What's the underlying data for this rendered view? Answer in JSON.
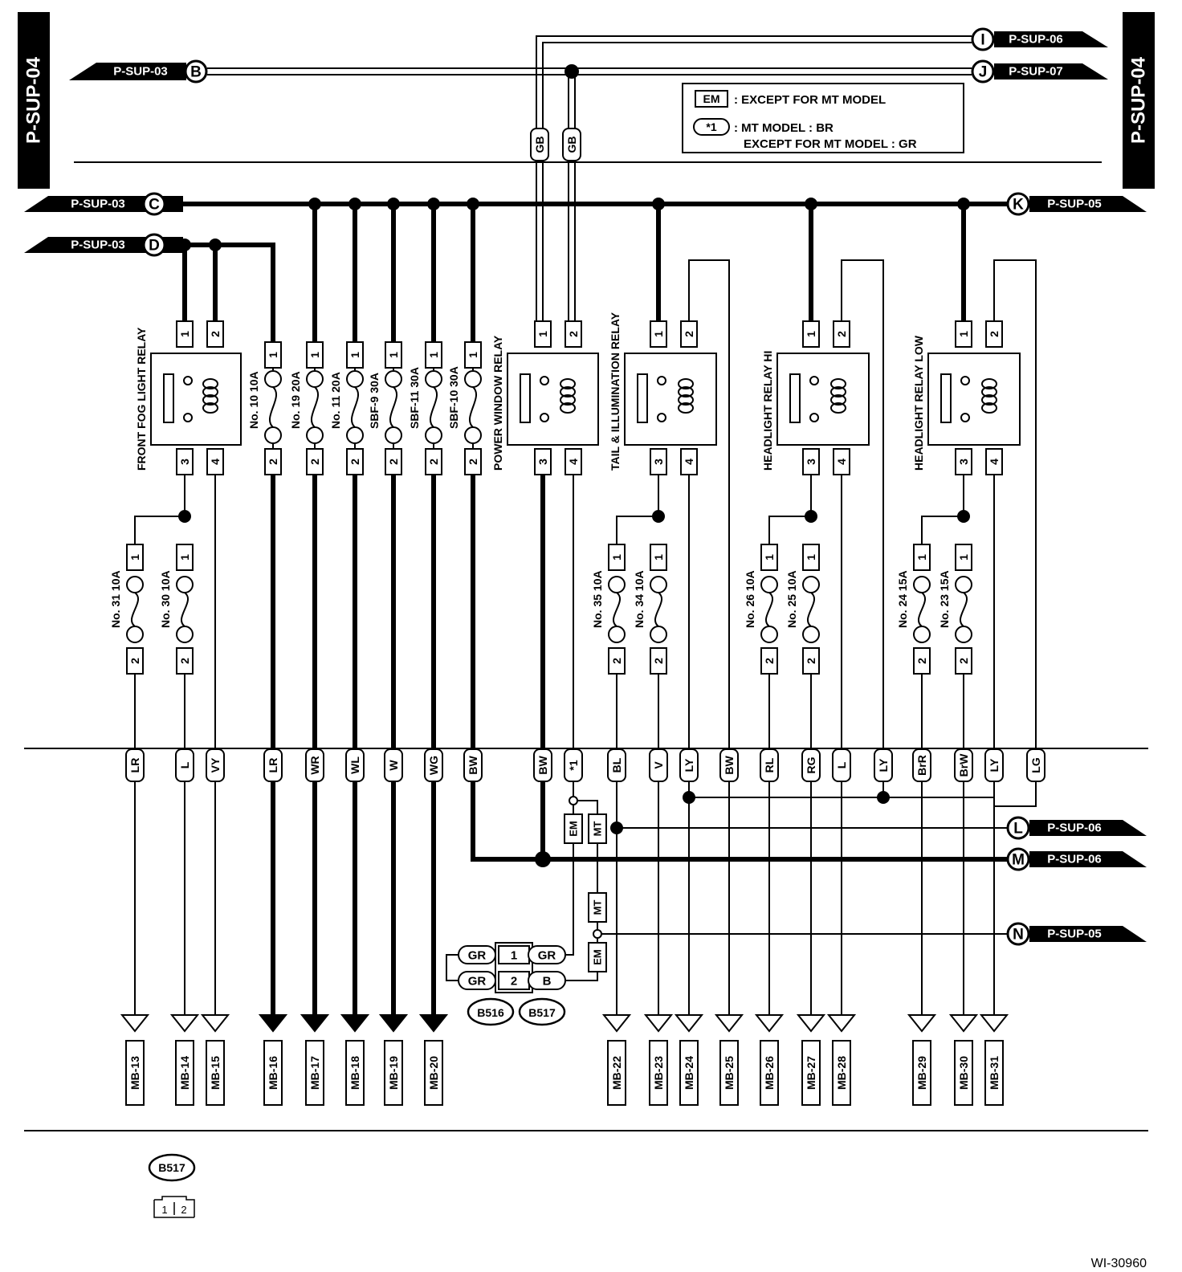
{
  "page": {
    "side_label_left": "P-SUP-04",
    "side_label_right": "P-SUP-04",
    "figure_id": "WI-30960"
  },
  "legend": {
    "em_tag": "EM",
    "em_text": ": EXCEPT FOR MT MODEL",
    "note_tag": "*1",
    "note_line1": ": MT MODEL  : BR",
    "note_line2": "EXCEPT FOR MT MODEL  : GR"
  },
  "connections": [
    {
      "letter": "B",
      "label": "P-SUP-03"
    },
    {
      "letter": "C",
      "label": "P-SUP-03"
    },
    {
      "letter": "D",
      "label": "P-SUP-03"
    },
    {
      "letter": "I",
      "label": "P-SUP-06"
    },
    {
      "letter": "J",
      "label": "P-SUP-07"
    },
    {
      "letter": "K",
      "label": "P-SUP-05"
    },
    {
      "letter": "L",
      "label": "P-SUP-06"
    },
    {
      "letter": "M",
      "label": "P-SUP-06"
    },
    {
      "letter": "N",
      "label": "P-SUP-05"
    }
  ],
  "relays": [
    {
      "name": "FRONT FOG LIGHT RELAY"
    },
    {
      "name": "POWER WINDOW RELAY"
    },
    {
      "name": "TAIL & ILLUMINATION RELAY"
    },
    {
      "name": "HEADLIGHT RELAY HI"
    },
    {
      "name": "HEADLIGHT RELAY LOW"
    }
  ],
  "upper_fuses": [
    "No. 10 10A",
    "No. 19 20A",
    "No. 11 20A",
    "SBF-9 30A",
    "SBF-11 30A",
    "SBF-10 30A"
  ],
  "lower_fuses": [
    "No. 31 10A",
    "No. 30 10A",
    "No. 35 10A",
    "No. 34 10A",
    "No. 26 10A",
    "No. 25 10A",
    "No. 24 15A",
    "No. 23 15A"
  ],
  "pins": {
    "p1": "1",
    "p2": "2",
    "p3": "3",
    "p4": "4"
  },
  "wire_codes_top": [
    "GB",
    "GB"
  ],
  "wire_codes": [
    "LR",
    "L",
    "VY",
    "LR",
    "WR",
    "WL",
    "W",
    "WG",
    "BW",
    "BW",
    "*1",
    "BL",
    "V",
    "LY",
    "BW",
    "RL",
    "RG",
    "L",
    "LY",
    "BrR",
    "BrW",
    "LY",
    "LG"
  ],
  "option_tags": [
    "EM",
    "MT",
    "MT",
    "EM"
  ],
  "b_connectors": {
    "left_top": "GR",
    "left_bottom": "GR",
    "pin1": "1",
    "pin2": "2",
    "right_top": "GR",
    "right_bottom": "B",
    "name1": "B516",
    "name2": "B517"
  },
  "destinations": [
    "MB-13",
    "MB-14",
    "MB-15",
    "MB-16",
    "MB-17",
    "MB-18",
    "MB-19",
    "MB-20",
    "MB-22",
    "MB-23",
    "MB-24",
    "MB-25",
    "MB-26",
    "MB-27",
    "MB-28",
    "MB-29",
    "MB-30",
    "MB-31"
  ],
  "footer": {
    "connector_name": "B517",
    "pin_1": "1",
    "pin_2": "2"
  }
}
